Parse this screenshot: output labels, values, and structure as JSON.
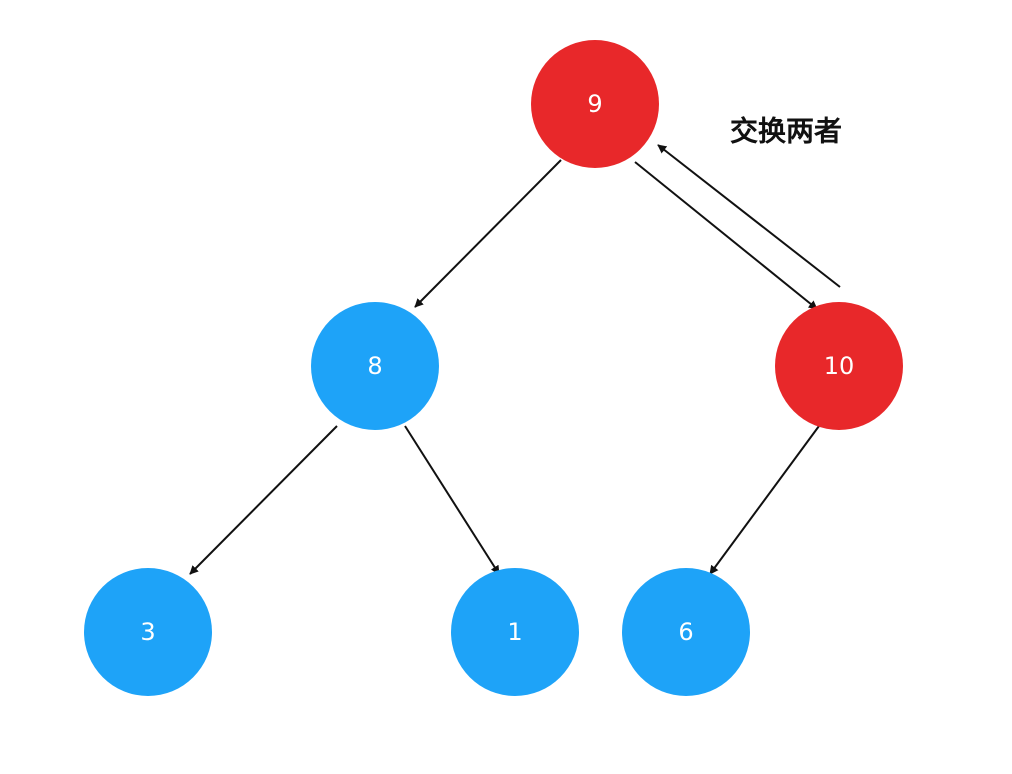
{
  "annotation": "交换两者",
  "colors": {
    "highlight": "#e8282a",
    "normal": "#1ea3f8",
    "edge": "#111111",
    "label": "#ffffff"
  },
  "nodes": [
    {
      "id": "n9",
      "label": "9",
      "state": "highlight"
    },
    {
      "id": "n8",
      "label": "8",
      "state": "normal"
    },
    {
      "id": "n10",
      "label": "10",
      "state": "highlight"
    },
    {
      "id": "n3",
      "label": "3",
      "state": "normal"
    },
    {
      "id": "n1",
      "label": "1",
      "state": "normal"
    },
    {
      "id": "n6",
      "label": "6",
      "state": "normal"
    }
  ],
  "edges": [
    {
      "from": "n9",
      "to": "n8"
    },
    {
      "from": "n9",
      "to": "n10"
    },
    {
      "from": "n10",
      "to": "n9"
    },
    {
      "from": "n8",
      "to": "n3"
    },
    {
      "from": "n8",
      "to": "n1"
    },
    {
      "from": "n10",
      "to": "n6"
    }
  ]
}
